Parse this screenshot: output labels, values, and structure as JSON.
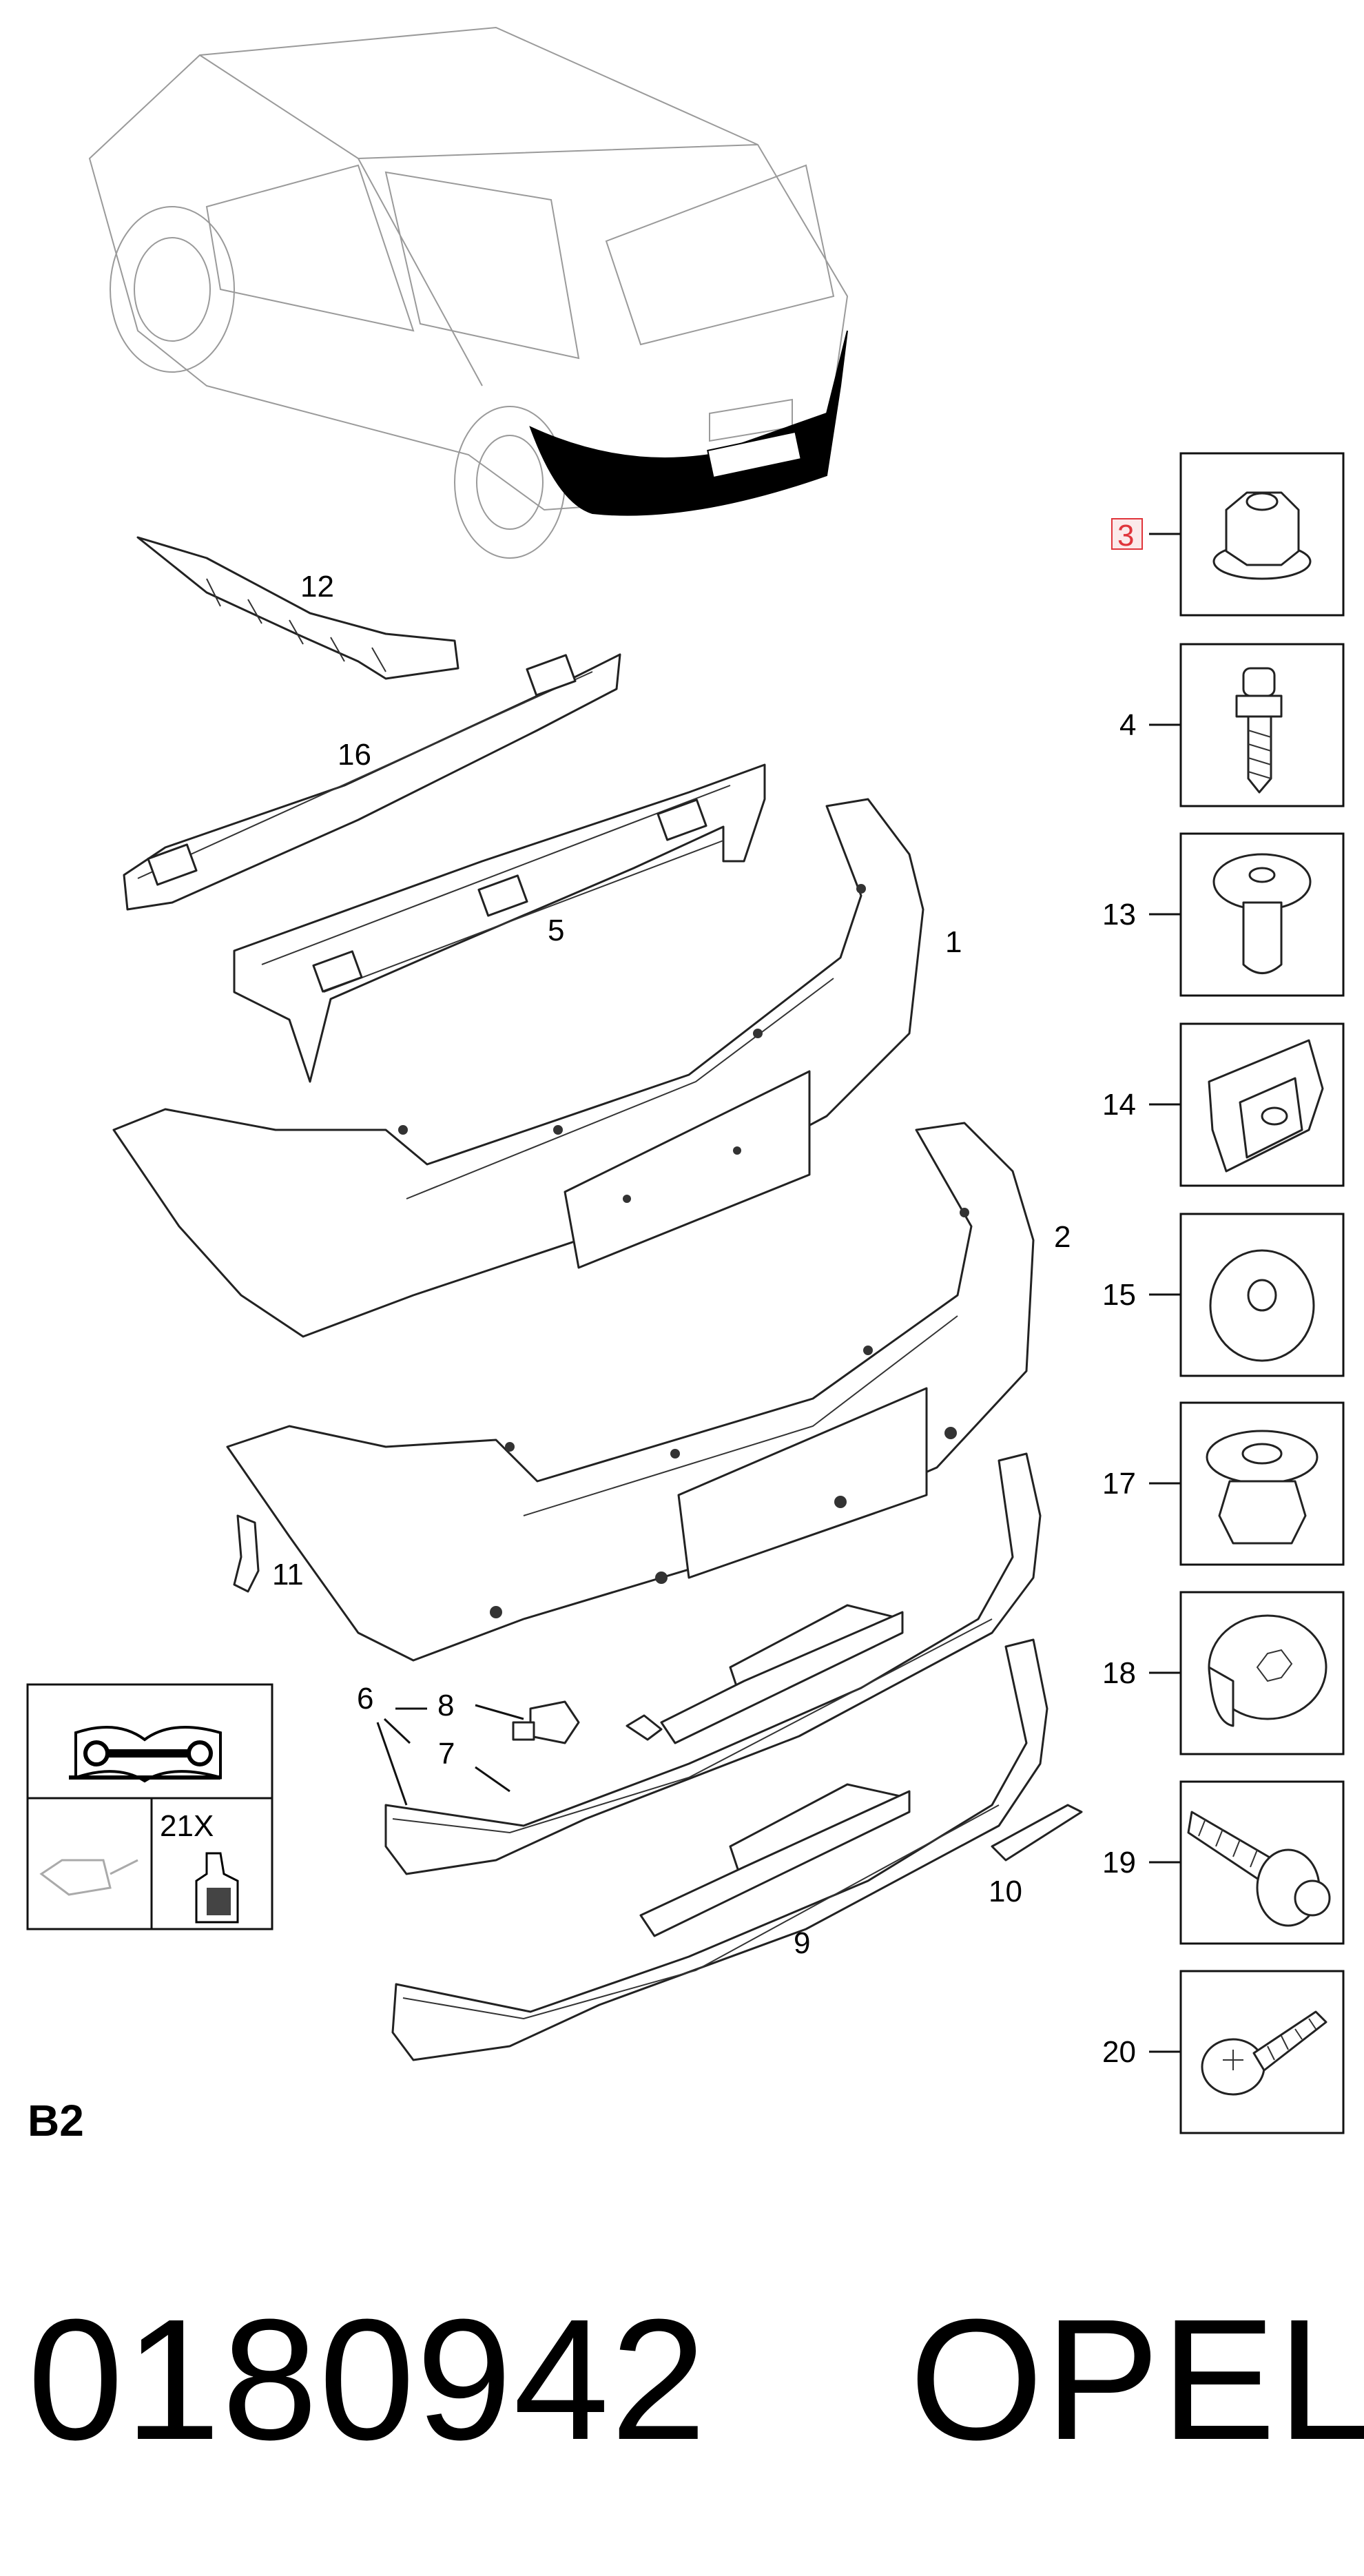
{
  "diagram": {
    "section_code": "B2",
    "part_number": "0180942",
    "brand": "OPEL",
    "highlight_color": "#e0353b",
    "callouts": {
      "c1": "1",
      "c2": "2",
      "c3": "3",
      "c4": "4",
      "c5": "5",
      "c6": "6",
      "c7": "7",
      "c8": "8",
      "c9": "9",
      "c10": "10",
      "c11": "11",
      "c12": "12",
      "c13": "13",
      "c14": "14",
      "c15": "15",
      "c16": "16",
      "c17": "17",
      "c18": "18",
      "c19": "19",
      "c20": "20"
    },
    "tool_box": {
      "adhesive_label": "21X"
    },
    "highlighted_callout": "3"
  }
}
